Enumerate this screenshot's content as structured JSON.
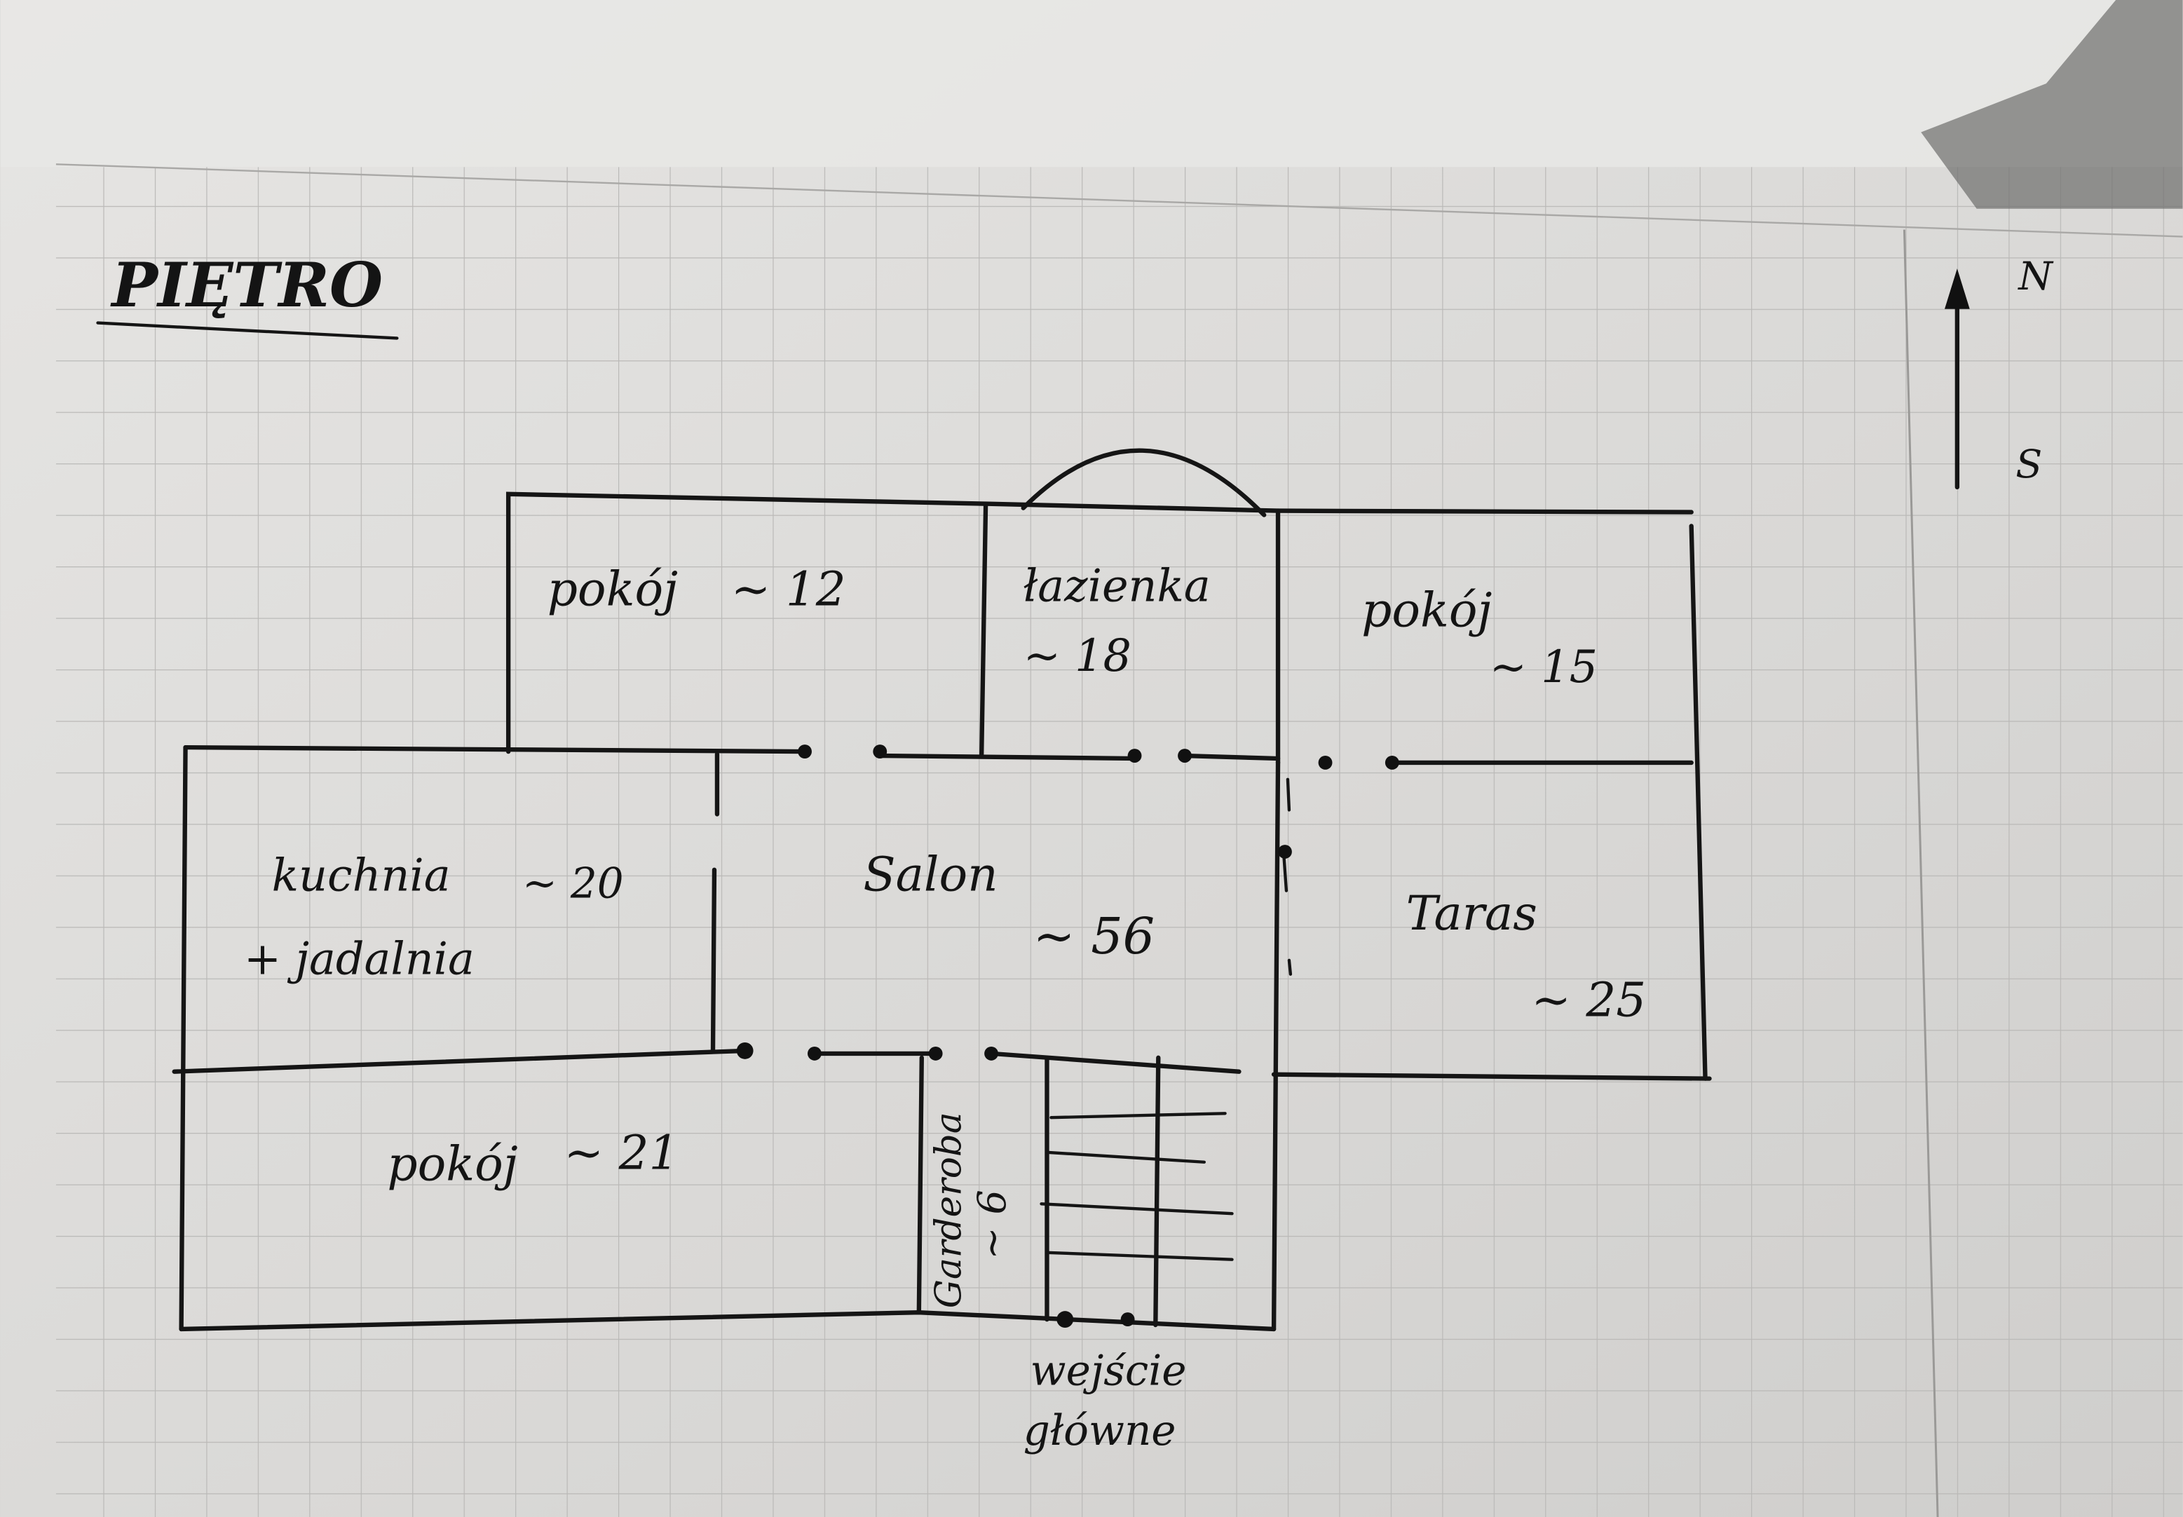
{
  "title": "PIĘTRO",
  "compass": {
    "north": "N",
    "south": "S"
  },
  "rooms": [
    {
      "name": "pokój",
      "area": "~ 12"
    },
    {
      "name": "łazienka",
      "area": "~ 18"
    },
    {
      "name": "pokój",
      "area": "~ 15"
    },
    {
      "name": "kuchnia",
      "name2": "+ jadalnia",
      "area": "~ 20"
    },
    {
      "name": "Salon",
      "area": "~ 56"
    },
    {
      "name": "Taras",
      "area": "~ 25"
    },
    {
      "name": "pokój",
      "area": "~ 21"
    },
    {
      "name": "Garderoba",
      "area": "~ 6"
    }
  ],
  "entrance": {
    "line1": "wejście",
    "line2": "główne"
  },
  "colors": {
    "paper": "#dcdbd9",
    "grid": "#b9b8b6",
    "ink": "#151515"
  }
}
